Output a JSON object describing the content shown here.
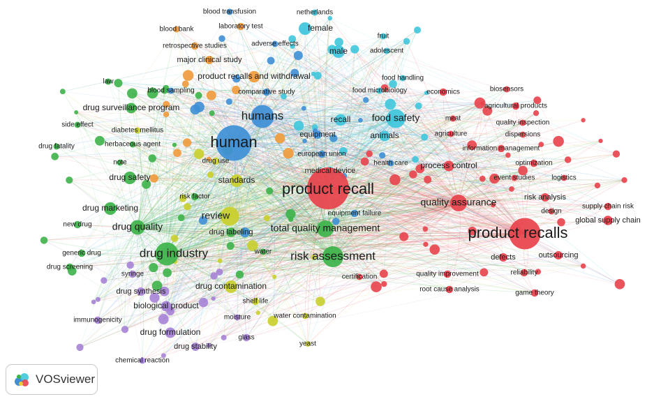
{
  "colors": {
    "red": "#e8424b",
    "blue": "#3f8fd6",
    "cyan": "#3fc6dc",
    "green": "#3db34a",
    "yellow": "#c9cf2c",
    "purple": "#a682d6",
    "orange": "#f09a3a"
  },
  "links": [
    "red",
    "green",
    "cyan",
    "blue",
    "yellow",
    "purple",
    "orange"
  ],
  "terms": [
    {
      "label": "product recall",
      "cluster": "red",
      "weight": 40
    },
    {
      "label": "product recalls",
      "cluster": "red",
      "weight": 30
    },
    {
      "label": "quality assurance",
      "cluster": "red",
      "weight": 16
    },
    {
      "label": "process control",
      "cluster": "red",
      "weight": 10
    },
    {
      "label": "risk analysis",
      "cluster": "red",
      "weight": 8
    },
    {
      "label": "global supply chain",
      "cluster": "red",
      "weight": 9
    },
    {
      "label": "supply chain risk",
      "cluster": "red",
      "weight": 7
    },
    {
      "label": "outsourcing",
      "cluster": "red",
      "weight": 8
    },
    {
      "label": "defects",
      "cluster": "red",
      "weight": 8
    },
    {
      "label": "reliability",
      "cluster": "red",
      "weight": 7
    },
    {
      "label": "game theory",
      "cluster": "red",
      "weight": 7
    },
    {
      "label": "root cause analysis",
      "cluster": "red",
      "weight": 7
    },
    {
      "label": "quality improvement",
      "cluster": "red",
      "weight": 7
    },
    {
      "label": "certification",
      "cluster": "red",
      "weight": 6
    },
    {
      "label": "design",
      "cluster": "red",
      "weight": 6
    },
    {
      "label": "logistics",
      "cluster": "red",
      "weight": 6
    },
    {
      "label": "optimization",
      "cluster": "red",
      "weight": 7
    },
    {
      "label": "event studies",
      "cluster": "red",
      "weight": 6
    },
    {
      "label": "information management",
      "cluster": "red",
      "weight": 7
    },
    {
      "label": "dispersions",
      "cluster": "red",
      "weight": 6
    },
    {
      "label": "quality inspection",
      "cluster": "red",
      "weight": 6
    },
    {
      "label": "agricultural products",
      "cluster": "red",
      "weight": 7
    },
    {
      "label": "biosensors",
      "cluster": "red",
      "weight": 6
    },
    {
      "label": "economics",
      "cluster": "red",
      "weight": 7
    },
    {
      "label": "meat",
      "cluster": "red",
      "weight": 6
    },
    {
      "label": "agriculture",
      "cluster": "red",
      "weight": 6
    },
    {
      "label": "total quality management",
      "cluster": "green",
      "weight": 16
    },
    {
      "label": "risk assessment",
      "cluster": "green",
      "weight": 20
    },
    {
      "label": "drug industry",
      "cluster": "green",
      "weight": 22
    },
    {
      "label": "drug quality",
      "cluster": "green",
      "weight": 14
    },
    {
      "label": "drug marketing",
      "cluster": "green",
      "weight": 12
    },
    {
      "label": "drug safety",
      "cluster": "green",
      "weight": 12
    },
    {
      "label": "drug surveillance program",
      "cluster": "green",
      "weight": 10
    },
    {
      "label": "new drug",
      "cluster": "green",
      "weight": 7
    },
    {
      "label": "generic drug",
      "cluster": "green",
      "weight": 7
    },
    {
      "label": "drug screening",
      "cluster": "green",
      "weight": 7
    },
    {
      "label": "drug labeling",
      "cluster": "green",
      "weight": 9
    },
    {
      "label": "drug fatality",
      "cluster": "green",
      "weight": 6
    },
    {
      "label": "side effect",
      "cluster": "green",
      "weight": 6
    },
    {
      "label": "law",
      "cluster": "green",
      "weight": 6
    },
    {
      "label": "note",
      "cluster": "green",
      "weight": 6
    },
    {
      "label": "herbaceous agent",
      "cluster": "green",
      "weight": 6
    },
    {
      "label": "risk factor",
      "cluster": "green",
      "weight": 7
    },
    {
      "label": "water",
      "cluster": "green",
      "weight": 6
    },
    {
      "label": "review",
      "cluster": "yellow",
      "weight": 18
    },
    {
      "label": "drug contamination",
      "cluster": "yellow",
      "weight": 12
    },
    {
      "label": "standards",
      "cluster": "yellow",
      "weight": 12
    },
    {
      "label": "water contamination",
      "cluster": "yellow",
      "weight": 6
    },
    {
      "label": "yeast",
      "cluster": "yellow",
      "weight": 5
    },
    {
      "label": "shelf life",
      "cluster": "yellow",
      "weight": 7
    },
    {
      "label": "diabetes mellitus",
      "cluster": "yellow",
      "weight": 6
    },
    {
      "label": "drug use",
      "cluster": "yellow",
      "weight": 7
    },
    {
      "label": "biological product",
      "cluster": "purple",
      "weight": 10
    },
    {
      "label": "drug formulation",
      "cluster": "purple",
      "weight": 10
    },
    {
      "label": "drug stability",
      "cluster": "purple",
      "weight": 8
    },
    {
      "label": "drug synthesis",
      "cluster": "purple",
      "weight": 8
    },
    {
      "label": "syringe",
      "cluster": "purple",
      "weight": 7
    },
    {
      "label": "immunogenicity",
      "cluster": "purple",
      "weight": 7
    },
    {
      "label": "chemical reaction",
      "cluster": "purple",
      "weight": 6
    },
    {
      "label": "glass",
      "cluster": "purple",
      "weight": 7
    },
    {
      "label": "moisture",
      "cluster": "purple",
      "weight": 6
    },
    {
      "label": "human",
      "cluster": "blue",
      "weight": 34
    },
    {
      "label": "humans",
      "cluster": "blue",
      "weight": 22
    },
    {
      "label": "comparative study",
      "cluster": "blue",
      "weight": 7
    },
    {
      "label": "blood transfusion",
      "cluster": "blue",
      "weight": 6
    },
    {
      "label": "blood sampling",
      "cluster": "blue",
      "weight": 6
    },
    {
      "label": "equipment",
      "cluster": "blue",
      "weight": 8
    },
    {
      "label": "european union",
      "cluster": "blue",
      "weight": 7
    },
    {
      "label": "equipment failure",
      "cluster": "blue",
      "weight": 7
    },
    {
      "label": "health care",
      "cluster": "blue",
      "weight": 6
    },
    {
      "label": "adverse effects",
      "cluster": "blue",
      "weight": 6
    },
    {
      "label": "food safety",
      "cluster": "cyan",
      "weight": 18
    },
    {
      "label": "female",
      "cluster": "cyan",
      "weight": 12
    },
    {
      "label": "male",
      "cluster": "cyan",
      "weight": 12
    },
    {
      "label": "recall",
      "cluster": "cyan",
      "weight": 11
    },
    {
      "label": "animals",
      "cluster": "cyan",
      "weight": 10
    },
    {
      "label": "netherlands",
      "cluster": "cyan",
      "weight": 6
    },
    {
      "label": "fruit",
      "cluster": "cyan",
      "weight": 6
    },
    {
      "label": "adolescent",
      "cluster": "cyan",
      "weight": 6
    },
    {
      "label": "food handling",
      "cluster": "cyan",
      "weight": 6
    },
    {
      "label": "food microbiology",
      "cluster": "cyan",
      "weight": 6
    },
    {
      "label": "medical device",
      "cluster": "cyan",
      "weight": 8
    },
    {
      "label": "product recalls and withdrawal",
      "cluster": "orange",
      "weight": 11
    },
    {
      "label": "major clinical study",
      "cluster": "orange",
      "weight": 8
    },
    {
      "label": "retrospective studies",
      "cluster": "orange",
      "weight": 7
    },
    {
      "label": "blood bank",
      "cluster": "orange",
      "weight": 6
    },
    {
      "label": "laboratory test",
      "cluster": "orange",
      "weight": 7
    }
  ],
  "watermark": {
    "icon": "vosviewer-logo-icon",
    "label": "VOSviewer"
  }
}
